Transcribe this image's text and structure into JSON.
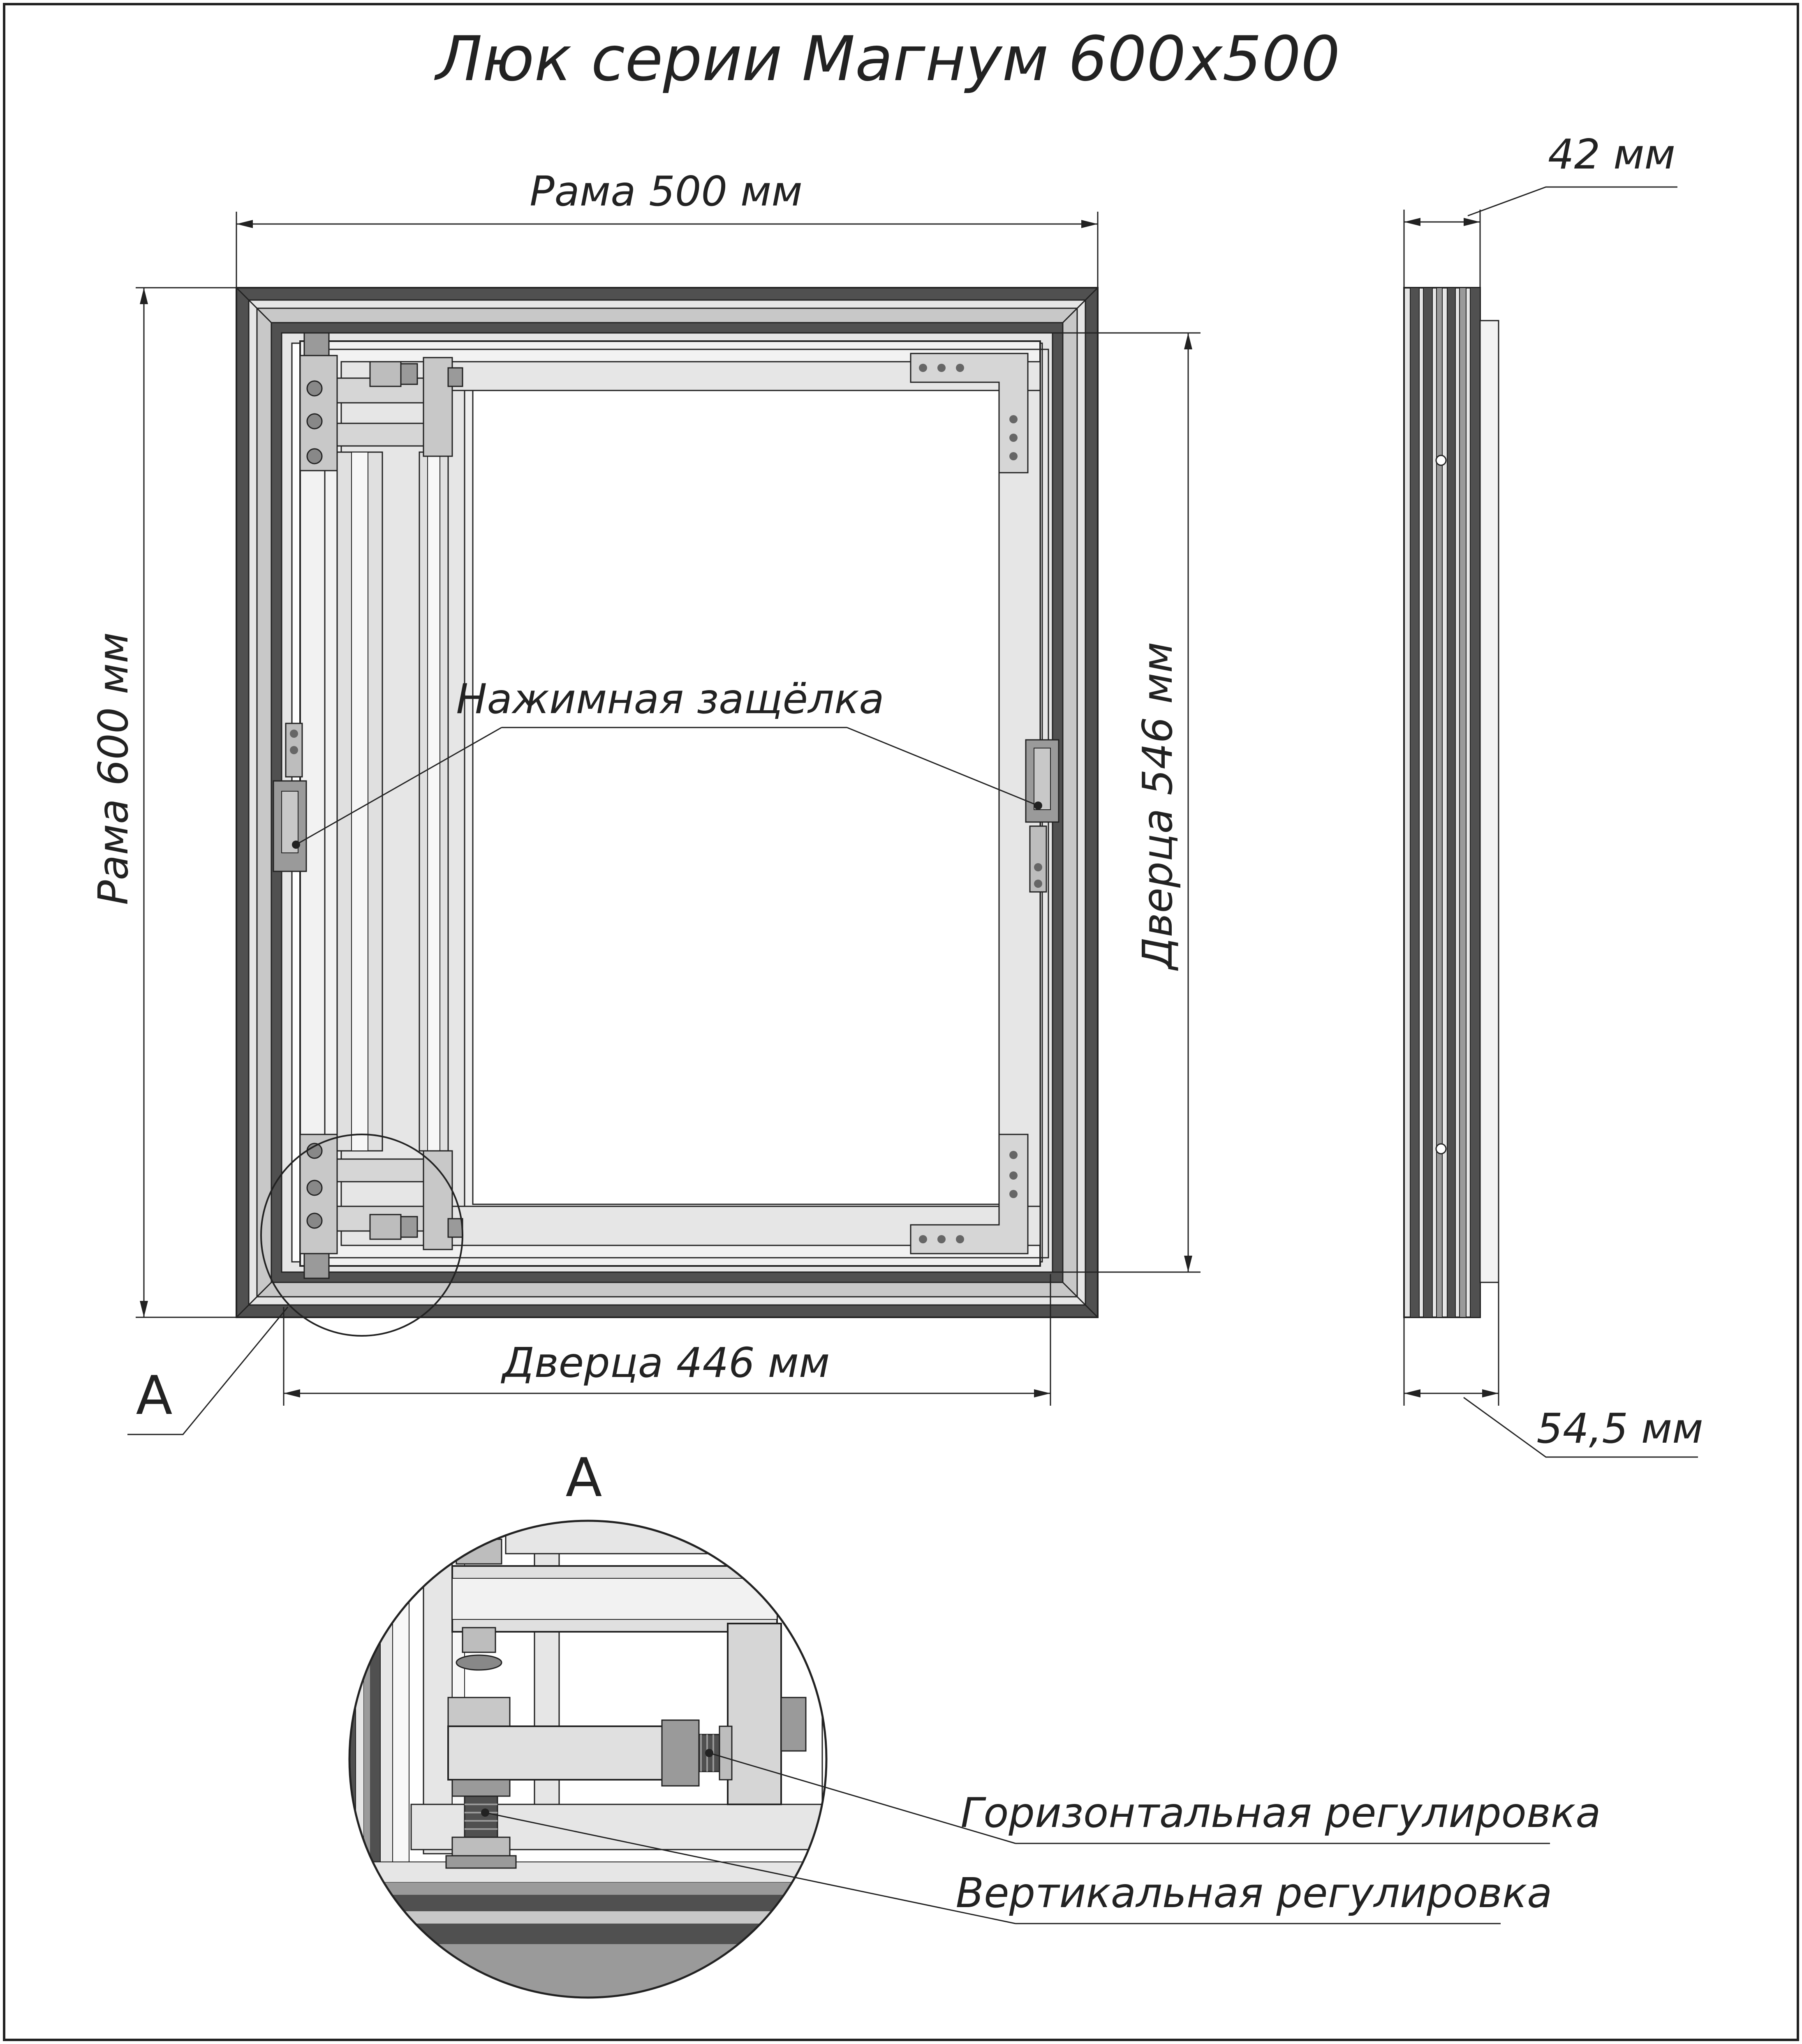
{
  "drawing": {
    "title": "Люк серии Магнум 600х500",
    "dimensions": {
      "frame_width": "Рама 500 мм",
      "frame_height": "Рама 600 мм",
      "door_width": "Дверца 446 мм",
      "door_height": "Дверца 546 мм",
      "depth_top": "42 мм",
      "depth_bottom": "54,5 мм"
    },
    "callouts": {
      "latch": "Нажимная защёлка",
      "horizontal_adjustment": "Горизонтальная регулировка",
      "vertical_adjustment": "Вертикальная регулировка"
    },
    "detail": {
      "marker": "А",
      "heading": "А"
    }
  },
  "colors": {
    "line": "#222222",
    "frame_dark": "#505050",
    "metal_light": "#e6e6e6",
    "metal_mid": "#c8c8c8",
    "metal_shadow": "#9a9a9a",
    "background": "#ffffff"
  }
}
